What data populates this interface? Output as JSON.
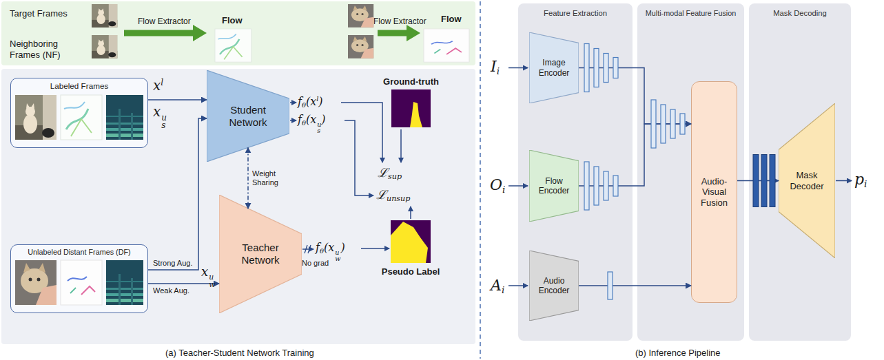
{
  "diagram": {
    "nodes": [
      {
        "text": [
          "Labeled Frames"
        ]
      },
      {
        "text": [
          "Student Network"
        ]
      },
      {
        "text": [
          "Ground-truth"
        ]
      },
      {
        "text": [
          "Unlabeled Distant Frames (DF)"
        ]
      },
      {
        "text": [
          "Teacher Network"
        ]
      },
      {
        "text": [
          "Pseudo Label"
        ]
      },
      {
        "text": [
          "Feature Extraction"
        ]
      },
      {
        "text": [
          "Image Encoder"
        ],
        "in": 6
      },
      {
        "text": [
          "Flow Encoder"
        ],
        "in": 6
      },
      {
        "text": [
          "Audio Encoder"
        ],
        "in": 6
      },
      {
        "text": [
          "Multi-modal Feature Fusion"
        ]
      },
      {
        "text": [
          "Audio-Visual Fusion"
        ],
        "in": 10
      },
      {
        "text": [
          "Mask Decoding"
        ]
      },
      {
        "text": [
          "Mask Decoder"
        ],
        "in": 12
      }
    ],
    "edges": [
      {
        "from": 0,
        "to": 1,
        "arrow": "to"
      },
      {
        "from": 3,
        "to": 1,
        "label": "Strong Aug.",
        "arrow": "to"
      },
      {
        "from": 3,
        "to": 4,
        "label": "Weak Aug.",
        "arrow": "to"
      },
      {
        "from": 1,
        "to": 4,
        "label": "Weight Sharing",
        "arrow": "both"
      },
      {
        "from": 7,
        "to": 11,
        "arrow": "to"
      },
      {
        "from": 8,
        "to": 11,
        "arrow": "to"
      },
      {
        "from": 9,
        "to": 11,
        "arrow": "to"
      },
      {
        "from": 11,
        "to": 13,
        "arrow": "to"
      }
    ],
    "labels": [
      "Target Frames",
      "Neighboring Frames (NF)",
      "Flow Extractor",
      "Flow",
      "Flow Extractor",
      "Flow",
      "x",
      "l",
      "x",
      "u",
      "s",
      "x",
      "u",
      "w",
      "f",
      "θ",
      "(x",
      "l",
      ")",
      "f",
      "θ",
      "(x",
      "u",
      "s",
      ")",
      "f",
      "θ",
      "(x",
      "u",
      "w",
      ")",
      "ℒ",
      "sup",
      "ℒ",
      "unsup",
      "No grad",
      "(a) Teacher-Student Network Training",
      "I",
      "i",
      "O",
      "i",
      "A",
      "i",
      "p",
      "i",
      "(b) Inference Pipeline"
    ]
  }
}
